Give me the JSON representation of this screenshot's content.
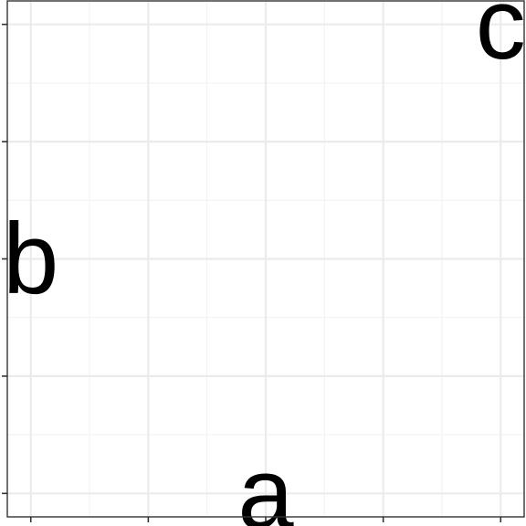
{
  "chart_data": {
    "type": "scatter",
    "title": "",
    "xlabel": "",
    "ylabel": "",
    "xlim": [
      0.9,
      3.1
    ],
    "ylim": [
      0.9,
      3.1
    ],
    "x_ticks": [
      1,
      1.5,
      2,
      2.5,
      3
    ],
    "y_ticks": [
      1,
      1.5,
      2,
      2.5,
      3
    ],
    "grid": true,
    "x_tick_labels": [],
    "y_tick_labels": [],
    "points": [
      {
        "x": 2,
        "y": 1,
        "label": "a"
      },
      {
        "x": 1,
        "y": 2,
        "label": "b"
      },
      {
        "x": 3,
        "y": 3,
        "label": "c"
      }
    ],
    "colors": {
      "background": "#ffffff",
      "grid_major": "#ebebeb",
      "grid_minor": "#f3f3f3",
      "border": "#333333",
      "text": "#000000"
    }
  }
}
